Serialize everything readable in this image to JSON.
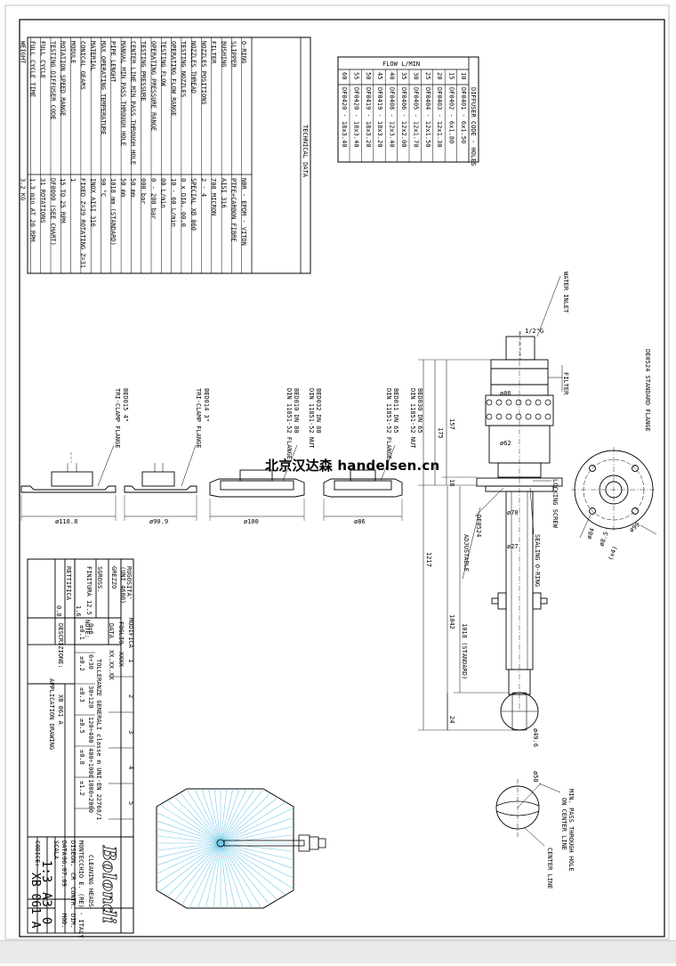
{
  "tech_table": {
    "title": "TECHNICAL DATA",
    "rows": [
      {
        "label": "O-RING",
        "value": "NBR - EPDM - VITON"
      },
      {
        "label": "SLIPPER",
        "value": "PTFE+CARBON FIBRE"
      },
      {
        "label": "BUSHING",
        "value": "AISI 316"
      },
      {
        "label": "FILTER",
        "value": "700 MICRON"
      },
      {
        "label": "NOZZLES POSITIONS",
        "value": "2 - 4"
      },
      {
        "label": "NOZZLES THREAD",
        "value": "SPECIAL XB 060"
      },
      {
        "label": "TESTING NOZZLES",
        "value": "0 x DIA. 00.0"
      },
      {
        "label": "OPERATING FLOW RANGE",
        "value": "10 - 60 L/min"
      },
      {
        "label": "TESTING FLOW",
        "value": "00 L/min"
      },
      {
        "label": "OPERATING PRESSURE RANGE",
        "value": "0 - 200 bar"
      },
      {
        "label": "TESTING PRESSURE",
        "value": "000 bar"
      },
      {
        "label": "CENTER LINE MIN PASS THROUGH HOLE",
        "value": "50 mm"
      },
      {
        "label": "MANUAL MIN PASS THROUGH HOLE",
        "value": "50 mm"
      },
      {
        "label": "PIPE LENGHT",
        "value": "1018 mm (STANDARD)"
      },
      {
        "label": "MAX OPERATING TEMPERATURE",
        "value": "90 °C"
      },
      {
        "label": "MATERIAL",
        "value": "INOX AISI 316"
      },
      {
        "label": "CONICAL GEARS",
        "value": "FIXED Z=29 ROTATING Z=31"
      },
      {
        "label": "MODULE",
        "value": "1"
      },
      {
        "label": "ROTATION SPEED RANGE",
        "value": "15 TO 25 RPM"
      },
      {
        "label": "TESTING DIFFUSER CODE",
        "value": "DF0000 (SEE CHART)"
      },
      {
        "label": "FULL CYCLE",
        "value": "31 ROTATIONS"
      },
      {
        "label": "FULL CYCLE TIME",
        "value": "1.3 min AT 20 RPM"
      },
      {
        "label": "WEIGHT",
        "value": "3.2 KG"
      }
    ]
  },
  "flow_table": {
    "title": "FLOW L/MIN",
    "header": "DIFFUSER CODE - HOLES",
    "rows": [
      {
        "flow": "10",
        "code": "DF0401 - 6x1.50"
      },
      {
        "flow": "15",
        "code": "DF0402 - 6x1.80"
      },
      {
        "flow": "20",
        "code": "DF0403 - 12x1.30"
      },
      {
        "flow": "25",
        "code": "DF0404 - 12x1.50"
      },
      {
        "flow": "30",
        "code": "DF0405 - 12x1.70"
      },
      {
        "flow": "35",
        "code": "DF0406 - 12x2.00"
      },
      {
        "flow": "40",
        "code": "DF0408 - 12x3.40"
      },
      {
        "flow": "45",
        "code": "DF0419 - 18x3.20"
      },
      {
        "flow": "50",
        "code": "DF0419 - 18x3.20"
      },
      {
        "flow": "55",
        "code": "DF0420 - 18x3.40"
      },
      {
        "flow": "60",
        "code": "DF0420 - 18x3.40"
      }
    ]
  },
  "flanges": [
    {
      "code": "BED015 4\"",
      "name": "TRI-CLAMP FLANGE",
      "dia": "ø118.8"
    },
    {
      "code": "BED014 3\"",
      "name": "TRI-CLAMP FLANGE",
      "dia": "ø90.9"
    },
    {
      "code": "BED032 DN 80",
      "code2": "BED010 DN 80",
      "name": "DIN 11851-52 NUT",
      "name2": "DIN 11851-52 FLANGE",
      "dia": "ø100"
    },
    {
      "code": "BED030 DN 65",
      "code2": "BED011 DN 65",
      "name": "DIN 11851-52 NUT",
      "name2": "DIN 11851-52 FLANGE",
      "dia": "ø86"
    }
  ],
  "main_drawing": {
    "water_inlet": "WATER INLET",
    "thread": "1/2\"G",
    "filter": "FILTER",
    "dim_157": "157",
    "dim_175": "175",
    "dim_18": "18",
    "dim_1217": "1217",
    "dim_1042": "1042",
    "dim_1018": "1018 (STANDARD)",
    "dim_24": "24",
    "d86": "ø86",
    "d62": "ø62",
    "d70": "ø70",
    "d27": "ø27",
    "d496": "ø49.6",
    "locking_screw": "LOCKING SCREW",
    "sealing": "SEALING O-RING",
    "de0524": "DE0524",
    "adjustable": "ADJUSTABLE"
  },
  "flange_view": {
    "title": "DE0524 STANDARD FLANGE",
    "d99": "ø99",
    "d85": "ø8.5",
    "x4": "(x4)",
    "d84": "ø84"
  },
  "min_pass": {
    "title": "MIN. PASS THROUGH HOLE",
    "title2": "ON CENTER LINE",
    "center_line": "CENTER LINE",
    "d50": "ø50"
  },
  "title_block": {
    "rugosita": "RUGOSITA'",
    "uni": "(UNI 4600)",
    "grezzo": "GREZZO",
    "sgross": "SGROSS.",
    "finitura": "FINITURA",
    "rettifica": "RETTIFICA",
    "r_sgross": "12.5",
    "r_fin": "1.6",
    "r_rett": "0.8",
    "modifica": "MODIFICA",
    "foglio": "FOGLIO",
    "data": "DATA",
    "data_val": "XX.XX.XX",
    "xxxx": "XXXX",
    "revs": [
      "1",
      "2",
      "3",
      "4",
      "5"
    ],
    "note": "NOTE:",
    "toll": "TOLLERANZE GENERALI classe m UNI-EN 22768/1",
    "ranges": [
      "0÷6",
      "6÷30",
      "30÷120",
      "120÷400",
      "400÷1000",
      "1000÷2000"
    ],
    "tolls": [
      "±0.1",
      "±0.2",
      "±0.3",
      "±0.5",
      "±0.8",
      "±1.2"
    ],
    "descrizione": "DESCRIZIONE:",
    "desc1": "XB 061 A",
    "desc2": "APPLICATION DRAWING",
    "brand": "Bolondi",
    "cleaning": "CLEANING HEADS",
    "address": "MONTECCHIO E. (RE) - ITALY",
    "disegn": "DISEGN.",
    "contr": "CONTR.",
    "dim": "DIM.",
    "cr": "CR",
    "dataf": "DATA",
    "date": "06.07.09",
    "mod": "MOD.",
    "scala": "SCALA",
    "scale": "1:3",
    "format": "A3",
    "modn": "0",
    "codice": "CODICE:",
    "code": "XB 061 A"
  },
  "watermark": "北京汉达森 handelsen.cn"
}
